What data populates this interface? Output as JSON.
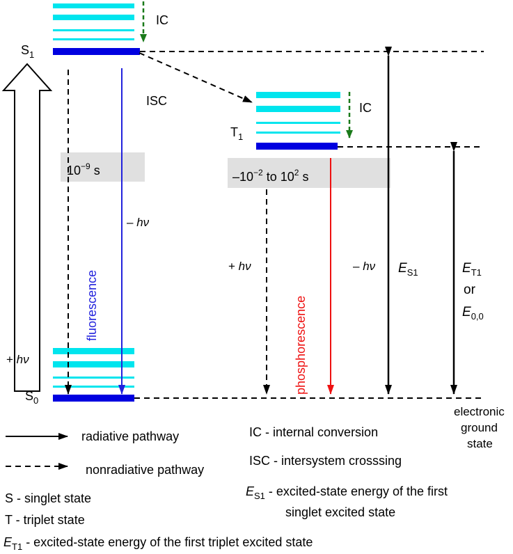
{
  "colors": {
    "level": "#00e5ee",
    "ground_level": "#0000e0",
    "fluorescence": "#2222dd",
    "phosphorescence": "#ee1111",
    "ic_arrow": "#1a7a1a",
    "time_box": "#e0e0e0",
    "black": "#000000"
  },
  "states": {
    "s1": {
      "base": "S",
      "sub": "1"
    },
    "t1": {
      "base": "T",
      "sub": "1"
    },
    "s0": {
      "base": "S",
      "sub": "0"
    }
  },
  "labels": {
    "ic_top": "IC",
    "ic_mid": "IC",
    "isc": "ISC",
    "time_fluor": {
      "base": "10",
      "sup": "−9",
      "rest": " s"
    },
    "time_phos": {
      "pre": "–10",
      "sup1": "−2",
      "mid": " to 10",
      "sup2": "2",
      "rest": " s"
    },
    "fluor_hv": {
      "sign": "– ",
      "hv": "hν"
    },
    "phos_hv": {
      "sign": "– ",
      "hv": "hν"
    },
    "abs_hv": {
      "sign": "+ ",
      "hv": "hν"
    },
    "up_hv": {
      "sign": "+ ",
      "hv": "hν"
    },
    "fluorescence": "fluorescence",
    "phosphorescence": "phosphorescence",
    "es1": {
      "e": "E",
      "sub": "S1"
    },
    "et1": {
      "e": "E",
      "sub": "T1"
    },
    "or": "or",
    "e00": {
      "e": "E",
      "sub": "0,0"
    },
    "ground": [
      "electronic",
      "ground",
      "state"
    ]
  },
  "legend": {
    "radiative": "radiative pathway",
    "nonradiative": "nonradiative pathway",
    "s_def": "S - singlet state",
    "t_def": "T - triplet state",
    "et1_def": {
      "e": "E",
      "sub": "T1",
      "rest": " - excited-state energy of the first triplet excited state"
    },
    "ic_def": "IC - internal conversion",
    "isc_def": "ISC - intersystem crosssing",
    "es1_def": {
      "e": "E",
      "sub": "S1",
      "rest": " - excited-state energy of the first",
      "line2": "singlet excited state"
    }
  }
}
